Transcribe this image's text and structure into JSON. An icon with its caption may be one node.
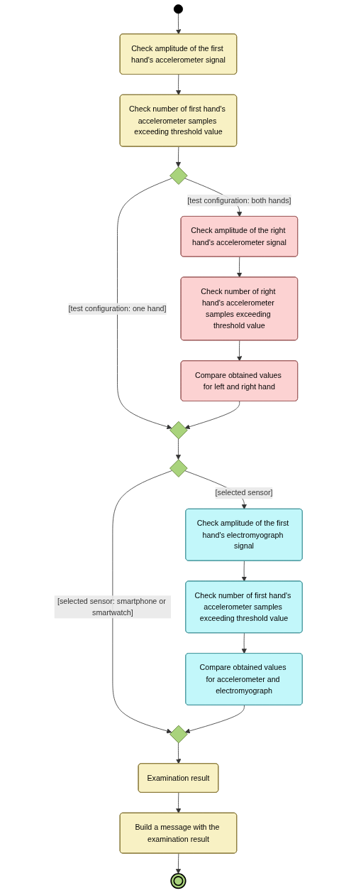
{
  "diagram": {
    "nodes": [
      {
        "text": [],
        "shape": "circle"
      },
      {
        "text": [
          "Check amplitude of the first hand's accelerometer signal"
        ]
      },
      {
        "text": [
          "Check number of first hand's accelerometer samples exceeding threshold value"
        ]
      },
      {
        "text": [],
        "shape": "diamond"
      },
      {
        "text": [
          "Check amplitude of the right hand's accelerometer signal"
        ]
      },
      {
        "text": [
          "Check number of right hand's accelerometer samples exceeding threshold value"
        ]
      },
      {
        "text": [],
        "shape": "diamond"
      },
      {
        "text": [
          "Compare obtained values for left and right hand"
        ]
      },
      {
        "text": [],
        "shape": "diamond"
      },
      {
        "text": [
          "Check amplitude of the first hand's electromyograph signal"
        ]
      },
      {
        "text": [
          "Check number of first hand's accelerometer samples exceeding threshold value"
        ]
      },
      {
        "text": [],
        "shape": "diamond"
      },
      {
        "text": [
          "Compare obtained values for accelerometer and electromyograph"
        ]
      },
      {
        "text": [
          "Examination result"
        ]
      },
      {
        "text": [
          "Build a message with the examination result"
        ]
      },
      {
        "text": [],
        "shape": "circle"
      }
    ],
    "edges": [
      {
        "from": 0,
        "to": 1,
        "arrow": "to"
      },
      {
        "from": 1,
        "to": 2,
        "arrow": "to"
      },
      {
        "from": 2,
        "to": 3,
        "arrow": "to"
      },
      {
        "from": 3,
        "to": 4,
        "arrow": "to",
        "label": "[test configuration: both hands]"
      },
      {
        "from": 3,
        "to": 6,
        "arrow": "to",
        "label": "[test configuration: one hand]"
      },
      {
        "from": 4,
        "to": 5,
        "arrow": "to"
      },
      {
        "from": 5,
        "to": 7,
        "arrow": "to"
      },
      {
        "from": 7,
        "to": 6,
        "arrow": "to"
      },
      {
        "from": 6,
        "to": 8,
        "arrow": "to"
      },
      {
        "from": 8,
        "to": 9,
        "arrow": "to",
        "label": "[selected sensor]"
      },
      {
        "from": 8,
        "to": 11,
        "arrow": "to",
        "label": "[selected sensor: smartphone or smartwatch]"
      },
      {
        "from": 9,
        "to": 10,
        "arrow": "to"
      },
      {
        "from": 10,
        "to": 12,
        "arrow": "to"
      },
      {
        "from": 12,
        "to": 11,
        "arrow": "to"
      },
      {
        "from": 11,
        "to": 13,
        "arrow": "to"
      },
      {
        "from": 13,
        "to": 14,
        "arrow": "to"
      },
      {
        "from": 14,
        "to": 15,
        "arrow": "to"
      }
    ]
  }
}
